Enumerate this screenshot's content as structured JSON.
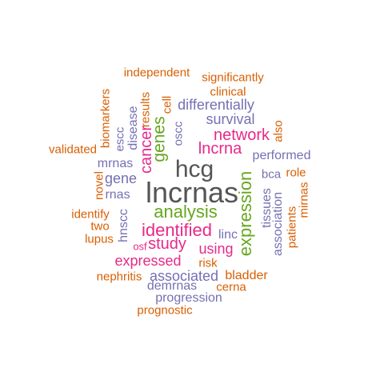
{
  "palette": {
    "orange": "#d95f02",
    "purple": "#7570b3",
    "magenta": "#e7298a",
    "green": "#66a61e",
    "gray": "#555555"
  },
  "words": [
    {
      "text": "independent",
      "color": "orange",
      "vertical": false
    },
    {
      "text": "significantly",
      "color": "orange",
      "vertical": false
    },
    {
      "text": "clinical",
      "color": "orange",
      "vertical": false
    },
    {
      "text": "differentially",
      "color": "purple",
      "vertical": false
    },
    {
      "text": "survival",
      "color": "purple",
      "vertical": false
    },
    {
      "text": "network",
      "color": "magenta",
      "vertical": false
    },
    {
      "text": "lncrna",
      "color": "magenta",
      "vertical": false
    },
    {
      "text": "performed",
      "color": "purple",
      "vertical": false
    },
    {
      "text": "validated",
      "color": "orange",
      "vertical": false
    },
    {
      "text": "mrnas",
      "color": "purple",
      "vertical": false
    },
    {
      "text": "gene",
      "color": "purple",
      "vertical": false
    },
    {
      "text": "hcg",
      "color": "gray",
      "vertical": false
    },
    {
      "text": "bca",
      "color": "purple",
      "vertical": false
    },
    {
      "text": "role",
      "color": "orange",
      "vertical": false
    },
    {
      "text": "rnas",
      "color": "purple",
      "vertical": false
    },
    {
      "text": "lncrnas",
      "color": "gray",
      "vertical": false
    },
    {
      "text": "analysis",
      "color": "green",
      "vertical": false
    },
    {
      "text": "identify",
      "color": "orange",
      "vertical": false
    },
    {
      "text": "two",
      "color": "orange",
      "vertical": false
    },
    {
      "text": "identified",
      "color": "magenta",
      "vertical": false
    },
    {
      "text": "lupus",
      "color": "orange",
      "vertical": false
    },
    {
      "text": "osf",
      "color": "magenta",
      "vertical": false
    },
    {
      "text": "study",
      "color": "magenta",
      "vertical": false
    },
    {
      "text": "linc",
      "color": "purple",
      "vertical": false
    },
    {
      "text": "using",
      "color": "magenta",
      "vertical": false
    },
    {
      "text": "expressed",
      "color": "magenta",
      "vertical": false
    },
    {
      "text": "risk",
      "color": "orange",
      "vertical": false
    },
    {
      "text": "nephritis",
      "color": "orange",
      "vertical": false
    },
    {
      "text": "associated",
      "color": "purple",
      "vertical": false
    },
    {
      "text": "bladder",
      "color": "orange",
      "vertical": false
    },
    {
      "text": "demrnas",
      "color": "purple",
      "vertical": false
    },
    {
      "text": "cerna",
      "color": "orange",
      "vertical": false
    },
    {
      "text": "progression",
      "color": "purple",
      "vertical": false
    },
    {
      "text": "prognostic",
      "color": "orange",
      "vertical": false
    },
    {
      "text": "biomarkers",
      "color": "orange",
      "vertical": true
    },
    {
      "text": "escc",
      "color": "purple",
      "vertical": true
    },
    {
      "text": "disease",
      "color": "purple",
      "vertical": true
    },
    {
      "text": "results",
      "color": "orange",
      "vertical": true
    },
    {
      "text": "cancer",
      "color": "magenta",
      "vertical": true
    },
    {
      "text": "cell",
      "color": "orange",
      "vertical": true
    },
    {
      "text": "genes",
      "color": "green",
      "vertical": true
    },
    {
      "text": "oscc",
      "color": "purple",
      "vertical": true
    },
    {
      "text": "also",
      "color": "orange",
      "vertical": true
    },
    {
      "text": "novel",
      "color": "orange",
      "vertical": true
    },
    {
      "text": "hnscc",
      "color": "purple",
      "vertical": true
    },
    {
      "text": "expression",
      "color": "green",
      "vertical": true
    },
    {
      "text": "tissues",
      "color": "purple",
      "vertical": true
    },
    {
      "text": "association",
      "color": "purple",
      "vertical": true
    },
    {
      "text": "patients",
      "color": "orange",
      "vertical": true
    },
    {
      "text": "mirnas",
      "color": "orange",
      "vertical": true
    }
  ]
}
